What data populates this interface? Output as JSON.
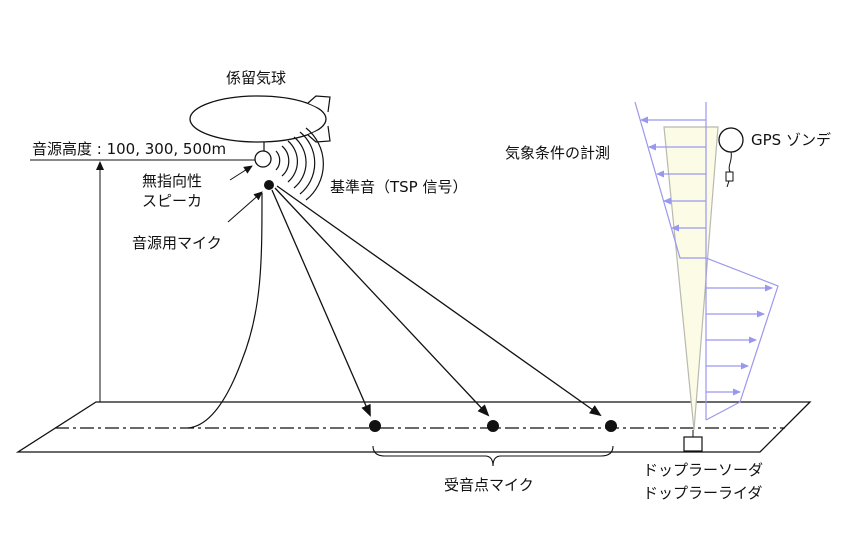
{
  "labels": {
    "balloon": "係留気球",
    "source_height": "音源高度 : 100, 300, 500m",
    "speaker_line1": "無指向性",
    "speaker_line2": "スピーカ",
    "source_mic": "音源用マイク",
    "reference_sound": "基準音（TSP 信号）",
    "weather": "気象条件の計測",
    "gps": "GPS ゾンデ",
    "receiver_mics": "受音点マイク",
    "sodar": "ドップラーソーダ",
    "lidar": "ドップラーライダ"
  },
  "colors": {
    "line": "#111111",
    "wind_profile": "#9a98ee",
    "beam_fill": "#fbfbe6",
    "beam_edge": "#b9b9b0"
  }
}
